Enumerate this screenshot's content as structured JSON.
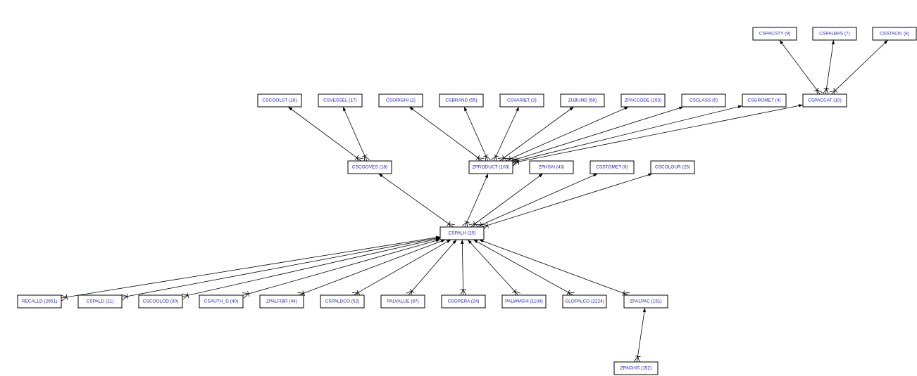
{
  "diagram": {
    "nodes": [
      {
        "id": "CSPACSTY",
        "label": "CSPACSTY (9)"
      },
      {
        "id": "CSPALBAS",
        "label": "CSPALBAS (7)"
      },
      {
        "id": "CSSTACKI",
        "label": "CSSTACKI (8)"
      },
      {
        "id": "CSCOOLST",
        "label": "CSCOOLST (16)"
      },
      {
        "id": "CSVESSEL",
        "label": "CSVESSEL (17)"
      },
      {
        "id": "CSORIGIN",
        "label": "CSORIGIN (2)"
      },
      {
        "id": "CSBRAND",
        "label": "CSBRAND (55)"
      },
      {
        "id": "CSVARIET",
        "label": "CSVARIET (3)"
      },
      {
        "id": "ZUBUND",
        "label": "ZUBUND (58)"
      },
      {
        "id": "ZPACCODE",
        "label": "ZPACCODE (153)"
      },
      {
        "id": "CSCLASS",
        "label": "CSCLASS (5)"
      },
      {
        "id": "CSGROMET",
        "label": "CSGROMET (4)"
      },
      {
        "id": "CSPACCAT",
        "label": "CSPACCAT (10)"
      },
      {
        "id": "CSCOOVES",
        "label": "CSCOOVES (18)"
      },
      {
        "id": "ZPRODUCT",
        "label": "ZPRODUCT (103)"
      },
      {
        "id": "ZPHSAI",
        "label": "ZPHSAI (43)"
      },
      {
        "id": "CSSTOMET",
        "label": "CSSTOMET (6)"
      },
      {
        "id": "CSCOLOUR",
        "label": "CSCOLOUR (25)"
      },
      {
        "id": "CSPALH",
        "label": "CSPALH (20)"
      },
      {
        "id": "RECALLD",
        "label": "RECALLD (2651)"
      },
      {
        "id": "CSPALD",
        "label": "CSPALD (21)"
      },
      {
        "id": "CSCOOLOD",
        "label": "CSCOOLOD (30)"
      },
      {
        "id": "CSAUTH_D",
        "label": "CSAUTH_D (40)"
      },
      {
        "id": "ZPALFIBR",
        "label": "ZPALFIBR (44)"
      },
      {
        "id": "CSPALDCO",
        "label": "CSPALDCO (52)"
      },
      {
        "id": "PALVALUE",
        "label": "PALVALUE (87)"
      },
      {
        "id": "CSOPERA",
        "label": "CSOPERA (24)"
      },
      {
        "id": "PALWMSHI",
        "label": "PALWMSHI (1108)"
      },
      {
        "id": "GLOPALCO",
        "label": "GLOPALCO (2224)"
      },
      {
        "id": "ZPALPAC",
        "label": "ZPALPAC (151)"
      },
      {
        "id": "ZPACHIS",
        "label": "ZPACHIS (152)"
      }
    ],
    "edges": [
      {
        "from": "CSPACCAT",
        "to": "CSPACSTY"
      },
      {
        "from": "CSPACCAT",
        "to": "CSPALBAS"
      },
      {
        "from": "CSPACCAT",
        "to": "CSSTACKI"
      },
      {
        "from": "CSCOOVES",
        "to": "CSCOOLST"
      },
      {
        "from": "CSCOOVES",
        "to": "CSVESSEL"
      },
      {
        "from": "ZPRODUCT",
        "to": "CSORIGIN"
      },
      {
        "from": "ZPRODUCT",
        "to": "CSBRAND"
      },
      {
        "from": "ZPRODUCT",
        "to": "CSVARIET"
      },
      {
        "from": "ZPRODUCT",
        "to": "ZUBUND"
      },
      {
        "from": "ZPRODUCT",
        "to": "ZPACCODE"
      },
      {
        "from": "ZPRODUCT",
        "to": "CSCLASS"
      },
      {
        "from": "ZPRODUCT",
        "to": "CSGROMET"
      },
      {
        "from": "ZPRODUCT",
        "to": "CSPACCAT"
      },
      {
        "from": "CSPALH",
        "to": "CSCOOVES"
      },
      {
        "from": "CSPALH",
        "to": "ZPRODUCT"
      },
      {
        "from": "CSPALH",
        "to": "ZPHSAI"
      },
      {
        "from": "CSPALH",
        "to": "CSSTOMET"
      },
      {
        "from": "CSPALH",
        "to": "CSCOLOUR"
      },
      {
        "from": "RECALLD",
        "to": "CSPALH"
      },
      {
        "from": "CSPALD",
        "to": "CSPALH"
      },
      {
        "from": "CSCOOLOD",
        "to": "CSPALH"
      },
      {
        "from": "CSAUTH_D",
        "to": "CSPALH"
      },
      {
        "from": "ZPALFIBR",
        "to": "CSPALH"
      },
      {
        "from": "CSPALDCO",
        "to": "CSPALH"
      },
      {
        "from": "PALVALUE",
        "to": "CSPALH"
      },
      {
        "from": "CSOPERA",
        "to": "CSPALH"
      },
      {
        "from": "PALWMSHI",
        "to": "CSPALH"
      },
      {
        "from": "GLOPALCO",
        "to": "CSPALH"
      },
      {
        "from": "ZPALPAC",
        "to": "CSPALH"
      },
      {
        "from": "ZPACHIS",
        "to": "ZPALPAC"
      }
    ]
  }
}
